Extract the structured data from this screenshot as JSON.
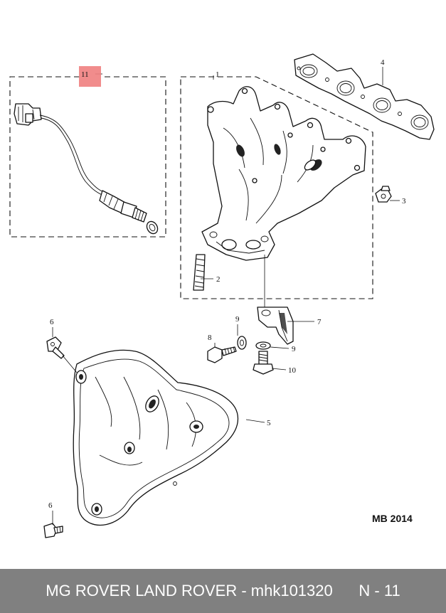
{
  "diagram": {
    "callouts": {
      "c1": "1",
      "c2": "2",
      "c3": "3",
      "c4": "4",
      "c5": "5",
      "c6a": "6",
      "c6b": "6",
      "c7": "7",
      "c8": "8",
      "c9a": "9",
      "c9b": "9",
      "c10": "10",
      "c11": "11"
    },
    "reference_code": "MB 2014",
    "highlight_color": "#f08080"
  },
  "footer": {
    "text": "MG ROVER LAND ROVER - mhk101320      N - 11",
    "background": "#808080"
  }
}
